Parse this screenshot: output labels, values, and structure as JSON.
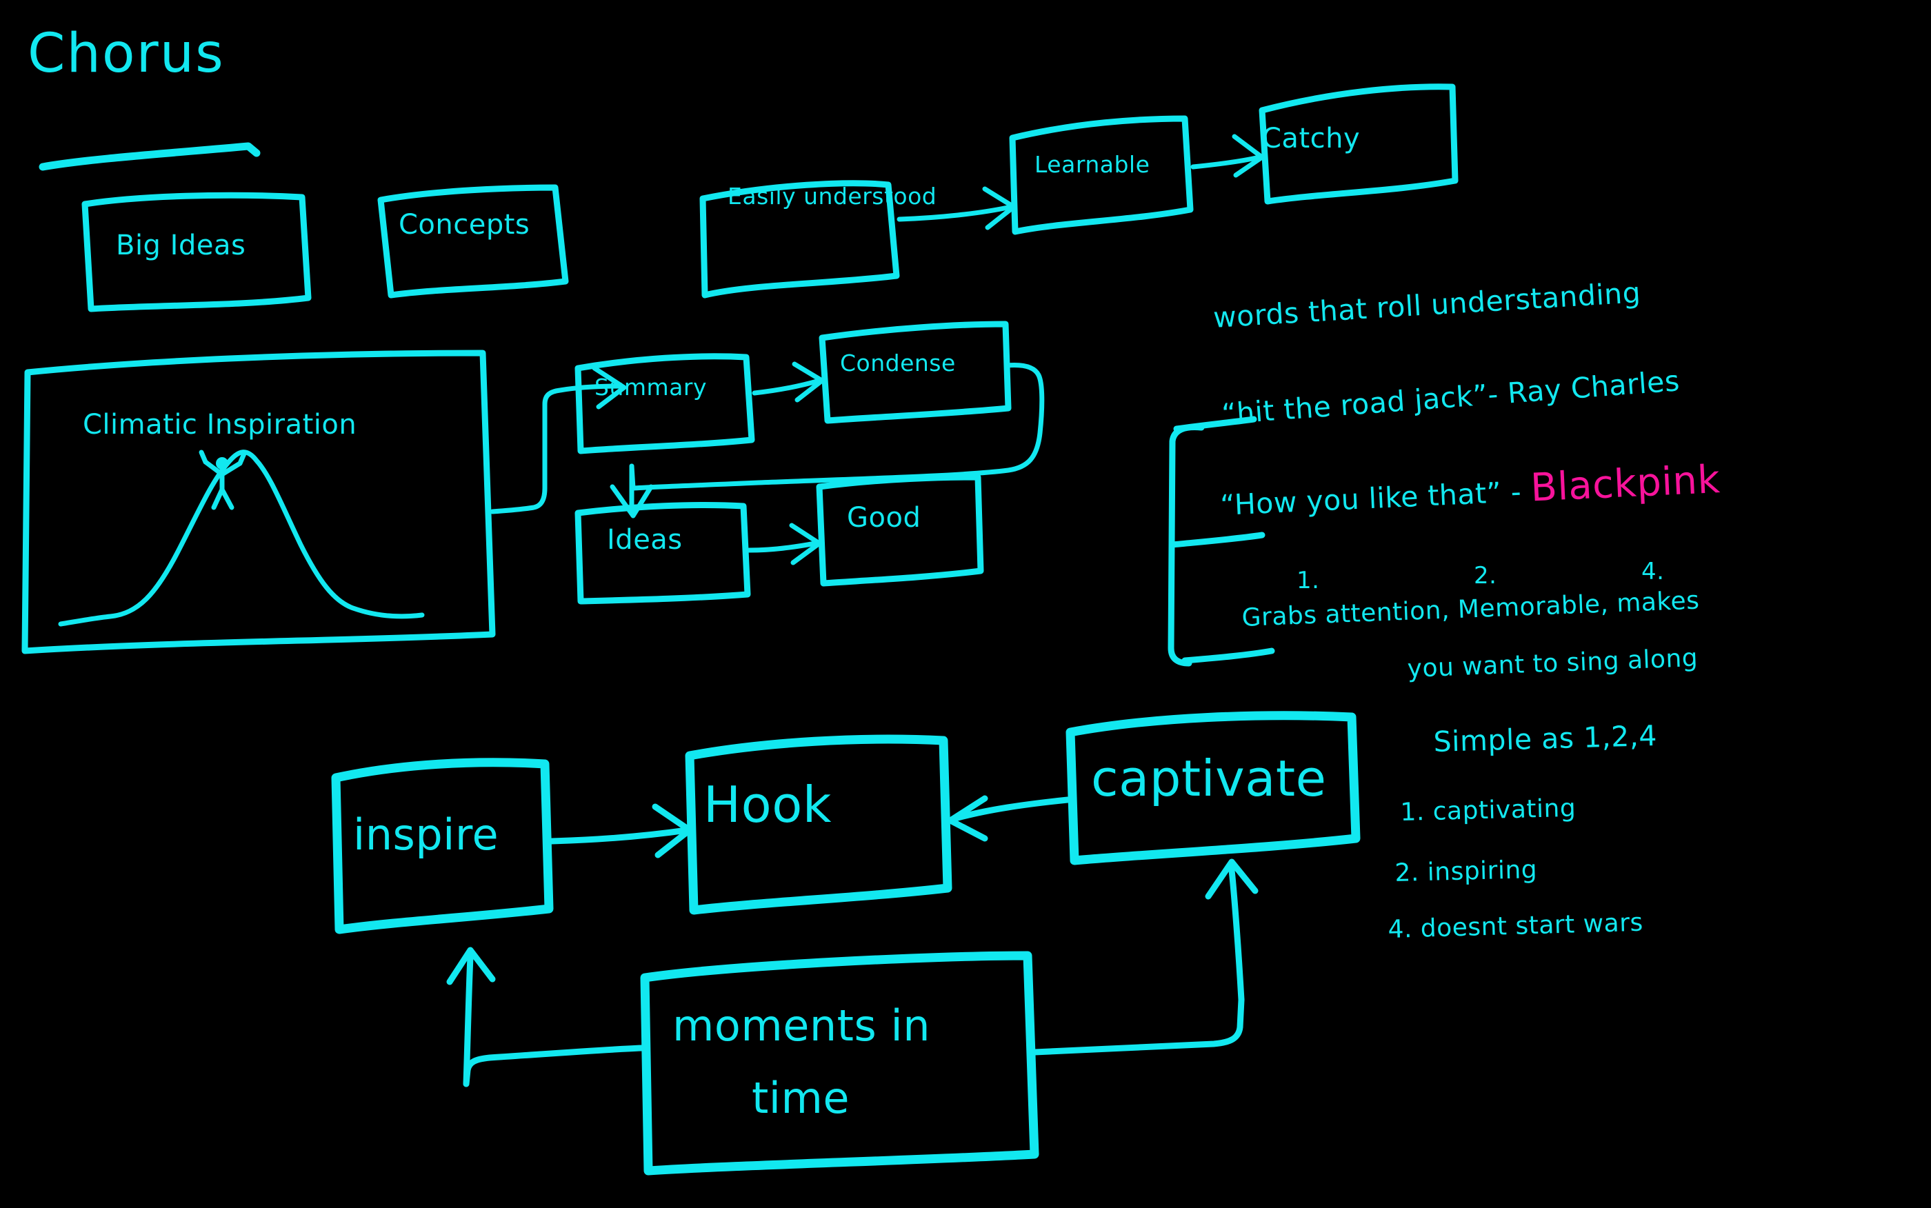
{
  "board": {
    "title": "Chorus",
    "ink_color": "#12E8F0",
    "accent_color": "#F7139B",
    "background_color": "#000000"
  },
  "boxes": {
    "big_ideas": "Big Ideas",
    "concepts": "Concepts",
    "easily_understood": "Easily understood",
    "learnable": "Learnable",
    "catchy": "Catchy",
    "climatic_inspiration": "Climatic Inspiration",
    "summary": "Summary",
    "condense": "Condense",
    "ideas": "Ideas",
    "good": "Good",
    "inspire": "inspire",
    "hook": "Hook",
    "captivate": "captivate",
    "moments_in_time_line1": "moments in",
    "moments_in_time_line2": "time"
  },
  "notes": {
    "line1": "words that roll understanding",
    "line2_quote": "“hit the road jack”",
    "line2_attrib": "- Ray Charles",
    "line3_quote": "“How you like that”",
    "line3_dash": "-",
    "line3_artist": "Blackpink",
    "num1": "1.",
    "num2": "2.",
    "num4": "4.",
    "benefits_line1": "Grabs attention, Memorable,  makes",
    "benefits_line2": "you want  to sing along",
    "simple_as": "Simple as  1,2,4",
    "list": [
      "1. captivating",
      "2. inspiring",
      "4. doesnt  start wars"
    ]
  },
  "chart_data": {
    "type": "line",
    "title": "Climatic Inspiration",
    "annotation": "stick figure standing at peak",
    "xlabel": "",
    "ylabel": "",
    "grid": false,
    "legend": false,
    "x": [
      0,
      1,
      2,
      3,
      4,
      5,
      6,
      7,
      8,
      9,
      10
    ],
    "values": [
      2,
      3,
      6,
      18,
      48,
      80,
      100,
      72,
      34,
      16,
      12
    ]
  }
}
